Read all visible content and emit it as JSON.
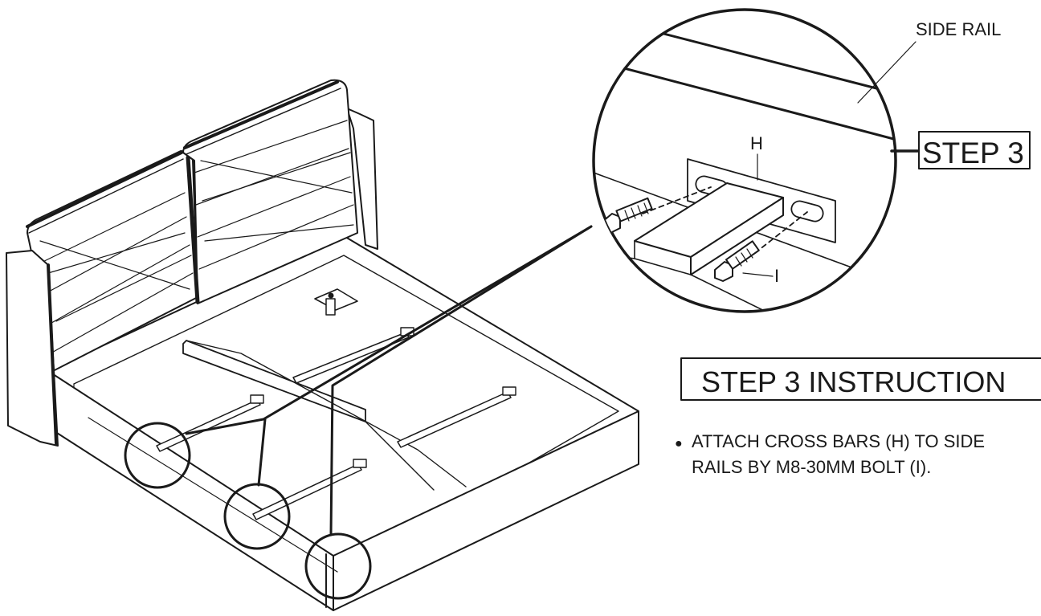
{
  "labels": {
    "side_rail": "SIDE RAIL",
    "h": "H",
    "i": "I",
    "step_badge": "STEP 3"
  },
  "instructions": {
    "heading": "STEP 3 INSTRUCTION",
    "bullet": "●",
    "line1": "ATTACH CROSS BARS (H) TO SIDE",
    "line2": "RAILS BY M8-30MM BOLT (I)."
  },
  "colors": {
    "ink": "#1a1a1a",
    "paper": "#ffffff"
  }
}
